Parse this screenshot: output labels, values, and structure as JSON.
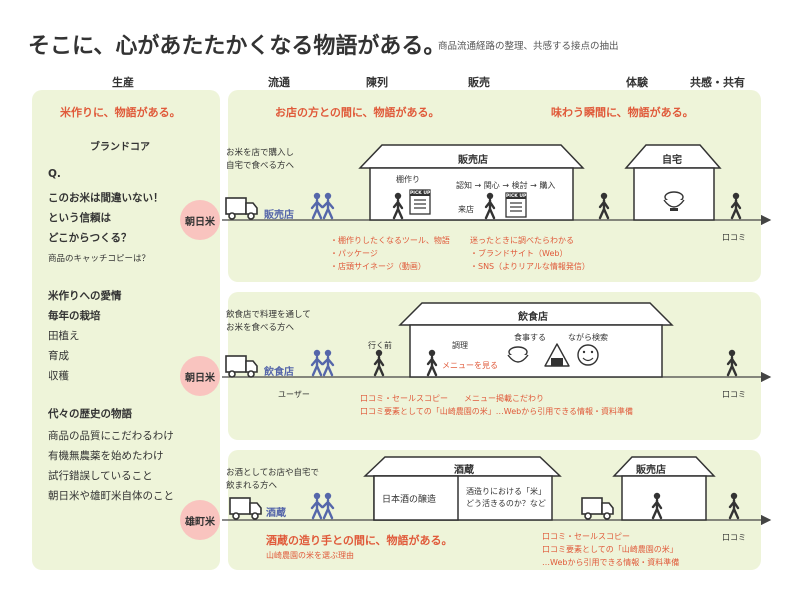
{
  "title": "そこに、心があたたかくなる物語がある。",
  "subtitle": "商品流通経路の整理、共感する接点の抽出",
  "stages": [
    "生産",
    "流通",
    "陳列",
    "販売",
    "体験",
    "共感・共有"
  ],
  "left": {
    "heading": "米作りに、物語がある。",
    "brand_core": "ブランドコア",
    "q": "Q.",
    "q_lines": [
      "このお米は間違いない！",
      "という信頼は",
      "どこからつくる？"
    ],
    "catch": "商品のキャッチコピーは？",
    "love_title": "米作りへの愛情",
    "cultivation": "毎年の栽培",
    "cultivation_items": [
      "田植え",
      "育成",
      "収穫"
    ],
    "history_title": "代々の歴史の物語",
    "history_items": [
      "商品の品質にこだわるわけ",
      "有機無農薬を始めたわけ",
      "試行錯誤していること",
      "朝日米や雄町米自体のこと"
    ]
  },
  "row1": {
    "rice": "朝日米",
    "heading_left": "お店の方との間に、物語がある。",
    "heading_right": "味わう瞬間に、物語がある。",
    "desc": [
      "お米を店で購入し",
      "自宅で食べる方へ"
    ],
    "channel": "販売店",
    "store_title": "販売店",
    "shelf_label": "棚作り",
    "pickup": "PICK UP",
    "flow": "認知 → 関心 → 検討 → 購入",
    "visit": "来店",
    "home_title": "自宅",
    "review": "口コミ",
    "notes_left": [
      "・棚作りしたくなるツール、物語",
      "・パッケージ",
      "・店頭サイネージ（動画）"
    ],
    "notes_right": [
      "迷ったときに調べたらわかる",
      "・ブランドサイト（Web）",
      "・SNS（よりリアルな情報発信）"
    ]
  },
  "row2": {
    "rice": "朝日米",
    "desc": [
      "飲食店で料理を通して",
      "お米を食べる方へ"
    ],
    "channel": "飲食店",
    "going": "行く前",
    "user": "ユーザー",
    "restaurant_title": "飲食店",
    "cooking": "調理",
    "eating": "食事する",
    "while_search": "ながら検索",
    "menu_see": "メニューを見る",
    "review": "口コミ",
    "notes": [
      "口コミ・セールスコピー　　メニュー掲載こだわり",
      "口コミ要素としての「山崎農園の米」…Webから引用できる情報・資料準備"
    ]
  },
  "row3": {
    "rice": "雄町米",
    "desc": [
      "お酒としてお店や自宅で",
      "飲まれる方へ"
    ],
    "channel": "酒蔵",
    "brewery_title": "酒蔵",
    "brewing": "日本酒の醸造",
    "question": [
      "酒造りにおける「米」",
      "どう活きるのか？など"
    ],
    "shop_title": "販売店",
    "review": "口コミ",
    "heading": "酒蔵の造り手との間に、物語がある。",
    "sub": "山崎農園の米を選ぶ理由",
    "notes": [
      "口コミ・セールスコピー",
      "口コミ要素としての「山崎農園の米」",
      "…Webから引用できる情報・資料準備"
    ]
  },
  "colors": {
    "panel": "#eef4d9",
    "accent_red": "#e05a3a",
    "circle": "#f9c4bf",
    "blue": "#5566aa"
  }
}
